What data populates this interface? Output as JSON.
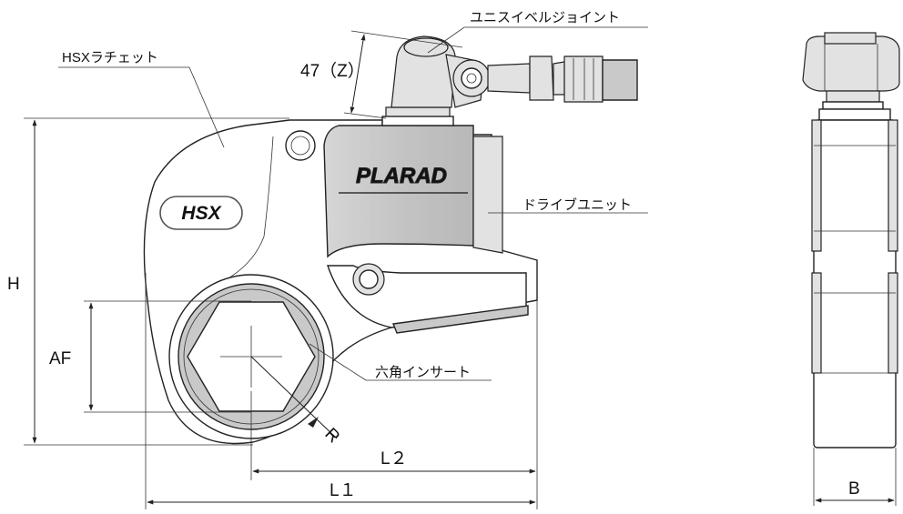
{
  "labels": {
    "ratchet": "HSXラチェット",
    "swivel": "ユニスイベルジョイント",
    "drive_unit": "ドライブユニット",
    "hex_insert": "六角インサート"
  },
  "logos": {
    "hsx": "HSX",
    "plarad": "PLARAD"
  },
  "dimensions": {
    "z": "47（Z）",
    "h": "H",
    "af": "AF",
    "r": "R",
    "l1": "L１",
    "l2": "L２",
    "b": "B"
  },
  "colors": {
    "line": "#222222",
    "grey_fill": "#c9c9c9",
    "light_fill": "#e2e2e2"
  }
}
